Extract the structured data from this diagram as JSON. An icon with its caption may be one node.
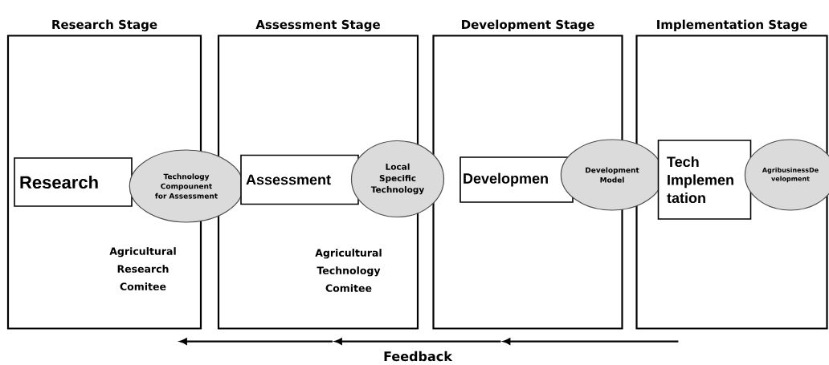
{
  "diagram": {
    "nodes": [
      {
        "text": [
          "Research Stage",
          "Agricultural Research Comitee"
        ]
      },
      {
        "text": [
          "Research"
        ],
        "in": 0
      },
      {
        "text": [
          "Technology Compounent for Assessment"
        ]
      },
      {
        "text": [
          "Assessment Stage",
          "Agricultural Technology Comitee"
        ]
      },
      {
        "text": [
          "Assessment"
        ],
        "in": 3
      },
      {
        "text": [
          "Local Specific Technology"
        ]
      },
      {
        "text": [
          "Development Stage"
        ]
      },
      {
        "text": [
          "Developmen"
        ],
        "in": 6
      },
      {
        "text": [
          "Development Model"
        ]
      },
      {
        "text": [
          "Implementation Stage"
        ]
      },
      {
        "text": [
          "Tech Implemen tation"
        ],
        "in": 9
      },
      {
        "text": [
          "AgribusinessDe velopment"
        ],
        "in": 9
      }
    ],
    "edges": [
      {
        "from": 9,
        "to": 6,
        "arrow": "to"
      },
      {
        "from": 6,
        "to": 3,
        "arrow": "to"
      },
      {
        "from": 3,
        "to": 0,
        "arrow": "to"
      }
    ],
    "labels": [
      "Feedback"
    ]
  }
}
